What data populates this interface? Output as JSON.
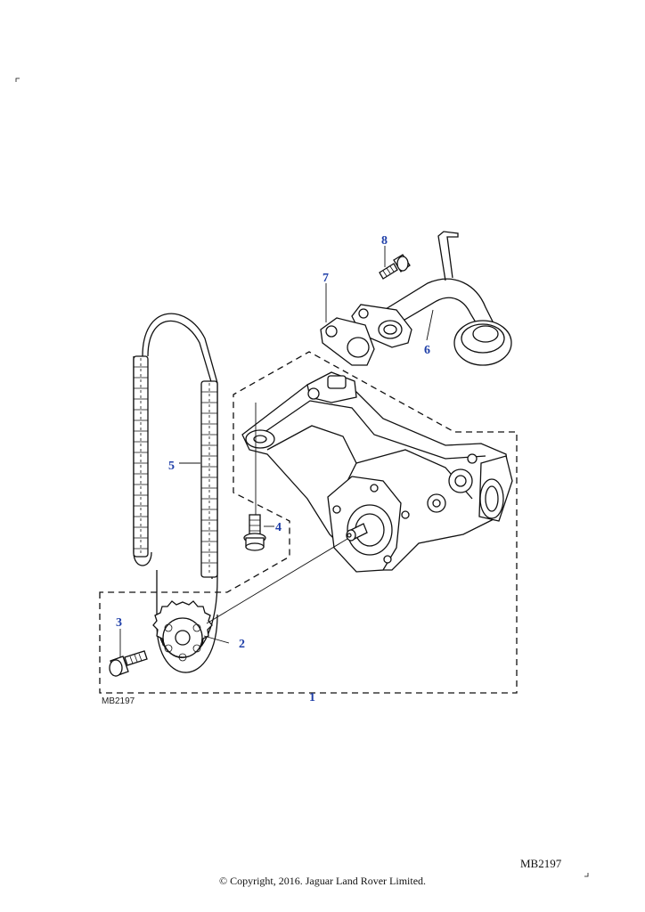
{
  "diagram": {
    "callouts": {
      "c1": "1",
      "c2": "2",
      "c3": "3",
      "c4": "4",
      "c5": "5",
      "c6": "6",
      "c7": "7",
      "c8": "8"
    },
    "figure_ref": "MB2197",
    "corner_ref": "MB2197",
    "copyright": "© Copyright, 2016. Jaguar Land Rover Limited.",
    "callout_color": "#1f3fa8"
  }
}
